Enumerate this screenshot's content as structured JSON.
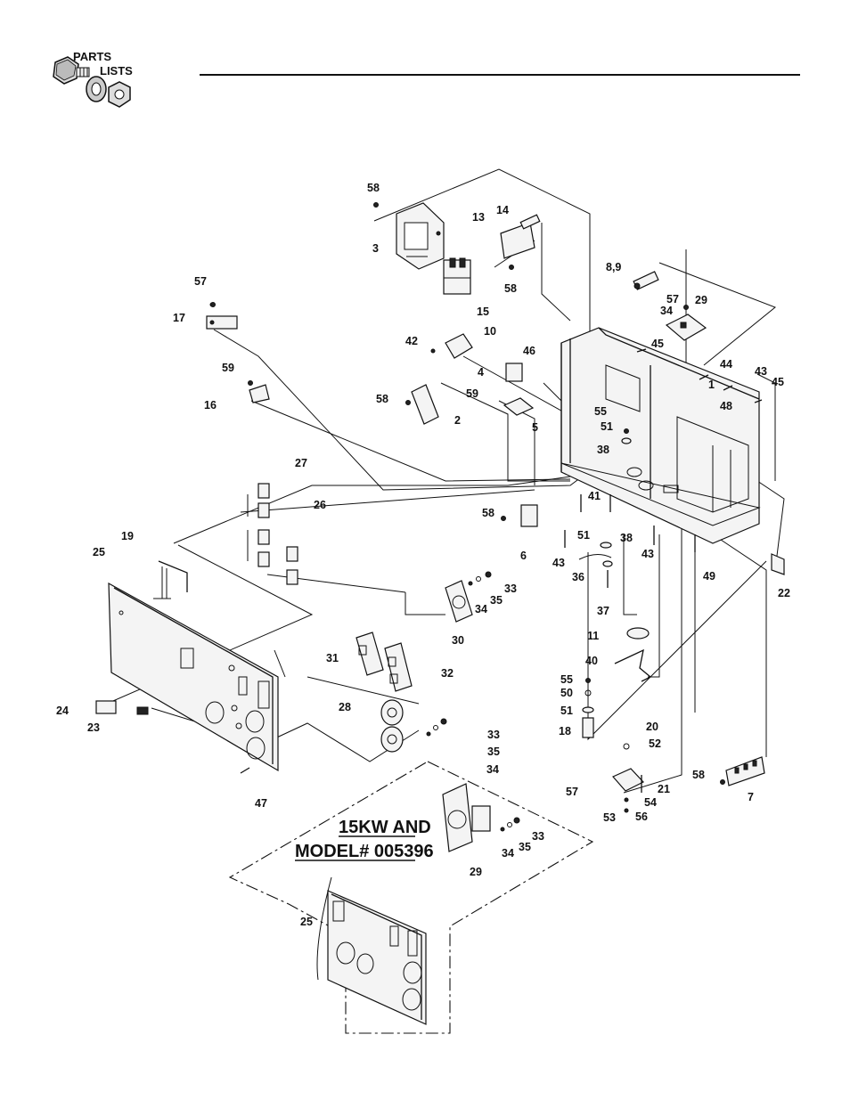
{
  "header": {
    "logo_line1": "PARTS",
    "logo_line2": "LISTS"
  },
  "labels": {
    "p58a": "58",
    "p3": "3",
    "p13": "13",
    "p14": "14",
    "p15": "15",
    "p58b": "58",
    "p89": "8,9",
    "p57a": "57",
    "p29a": "29",
    "p34a": "34",
    "p57b": "57",
    "p17": "17",
    "p42": "42",
    "p10": "10",
    "p45a": "45",
    "p46": "46",
    "p4": "4",
    "p44": "44",
    "p1": "1",
    "p43a": "43",
    "p45b": "45",
    "p59a": "59",
    "p16": "16",
    "p58c": "58",
    "p2": "2",
    "p59b": "59",
    "p5": "5",
    "p48": "48",
    "p55a": "55",
    "p51a": "51",
    "p38a": "38",
    "p27": "27",
    "p26": "26",
    "p41": "41",
    "p58d": "58",
    "p6": "6",
    "p19": "19",
    "p25a": "25",
    "p43b": "43",
    "p51b": "51",
    "p38b": "38",
    "p43c": "43",
    "p36": "36",
    "p37": "37",
    "p49": "49",
    "p22": "22",
    "p33a": "33",
    "p34b": "34",
    "p35a": "35",
    "p30": "30",
    "p11": "11",
    "p40": "40",
    "p31": "31",
    "p32": "32",
    "p24": "24",
    "p23": "23",
    "p55b": "55",
    "p50": "50",
    "p51c": "51",
    "p18": "18",
    "p28": "28",
    "p33b": "33",
    "p35b": "35",
    "p34c": "34",
    "p20": "20",
    "p52": "52",
    "p47": "47",
    "p58e": "58",
    "p21": "21",
    "p7": "7",
    "p57c": "57",
    "p54": "54",
    "p53": "53",
    "p56": "56",
    "p33c": "33",
    "p34d": "34",
    "p35c": "35",
    "p29b": "29",
    "p25b": "25"
  },
  "callout": {
    "line1": "15KW AND",
    "line2": "MODEL# 005396"
  }
}
